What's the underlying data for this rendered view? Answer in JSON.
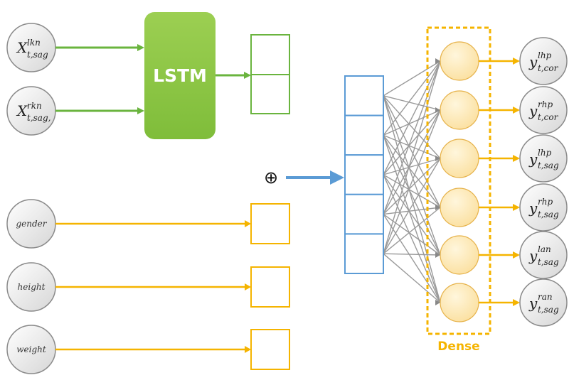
{
  "inputs_sequence": [
    {
      "base": "X",
      "sup": "lkn",
      "sub": "t,sag"
    },
    {
      "base": "X",
      "sup": "rkn",
      "sub": "t,sag,"
    }
  ],
  "lstm_label": "LSTM",
  "static_inputs": [
    "gender",
    "height",
    "weight"
  ],
  "concat_symbol": "⊕",
  "dense_label": "Dense",
  "outputs": [
    {
      "base": "y",
      "sup": "lhp",
      "sub": "t,cor"
    },
    {
      "base": "y",
      "sup": "rhp",
      "sub": "t,cor"
    },
    {
      "base": "y",
      "sup": "lhp",
      "sub": "t,sag"
    },
    {
      "base": "y",
      "sup": "rhp",
      "sub": "t,sag"
    },
    {
      "base": "y",
      "sup": "lan",
      "sub": "t,sag"
    },
    {
      "base": "y",
      "sup": "ran",
      "sub": "t,sag"
    }
  ],
  "colors": {
    "green": "#6ab43e",
    "lstm_fill": "#8cc63f",
    "orange": "#f5b400",
    "neuron_fill": "#fde9b6",
    "blue": "#5b9bd5",
    "gray_node": "#e8e8e8",
    "gray_stroke": "#888888",
    "conn": "#9a9a9a"
  },
  "concat_vector_cells": 5
}
